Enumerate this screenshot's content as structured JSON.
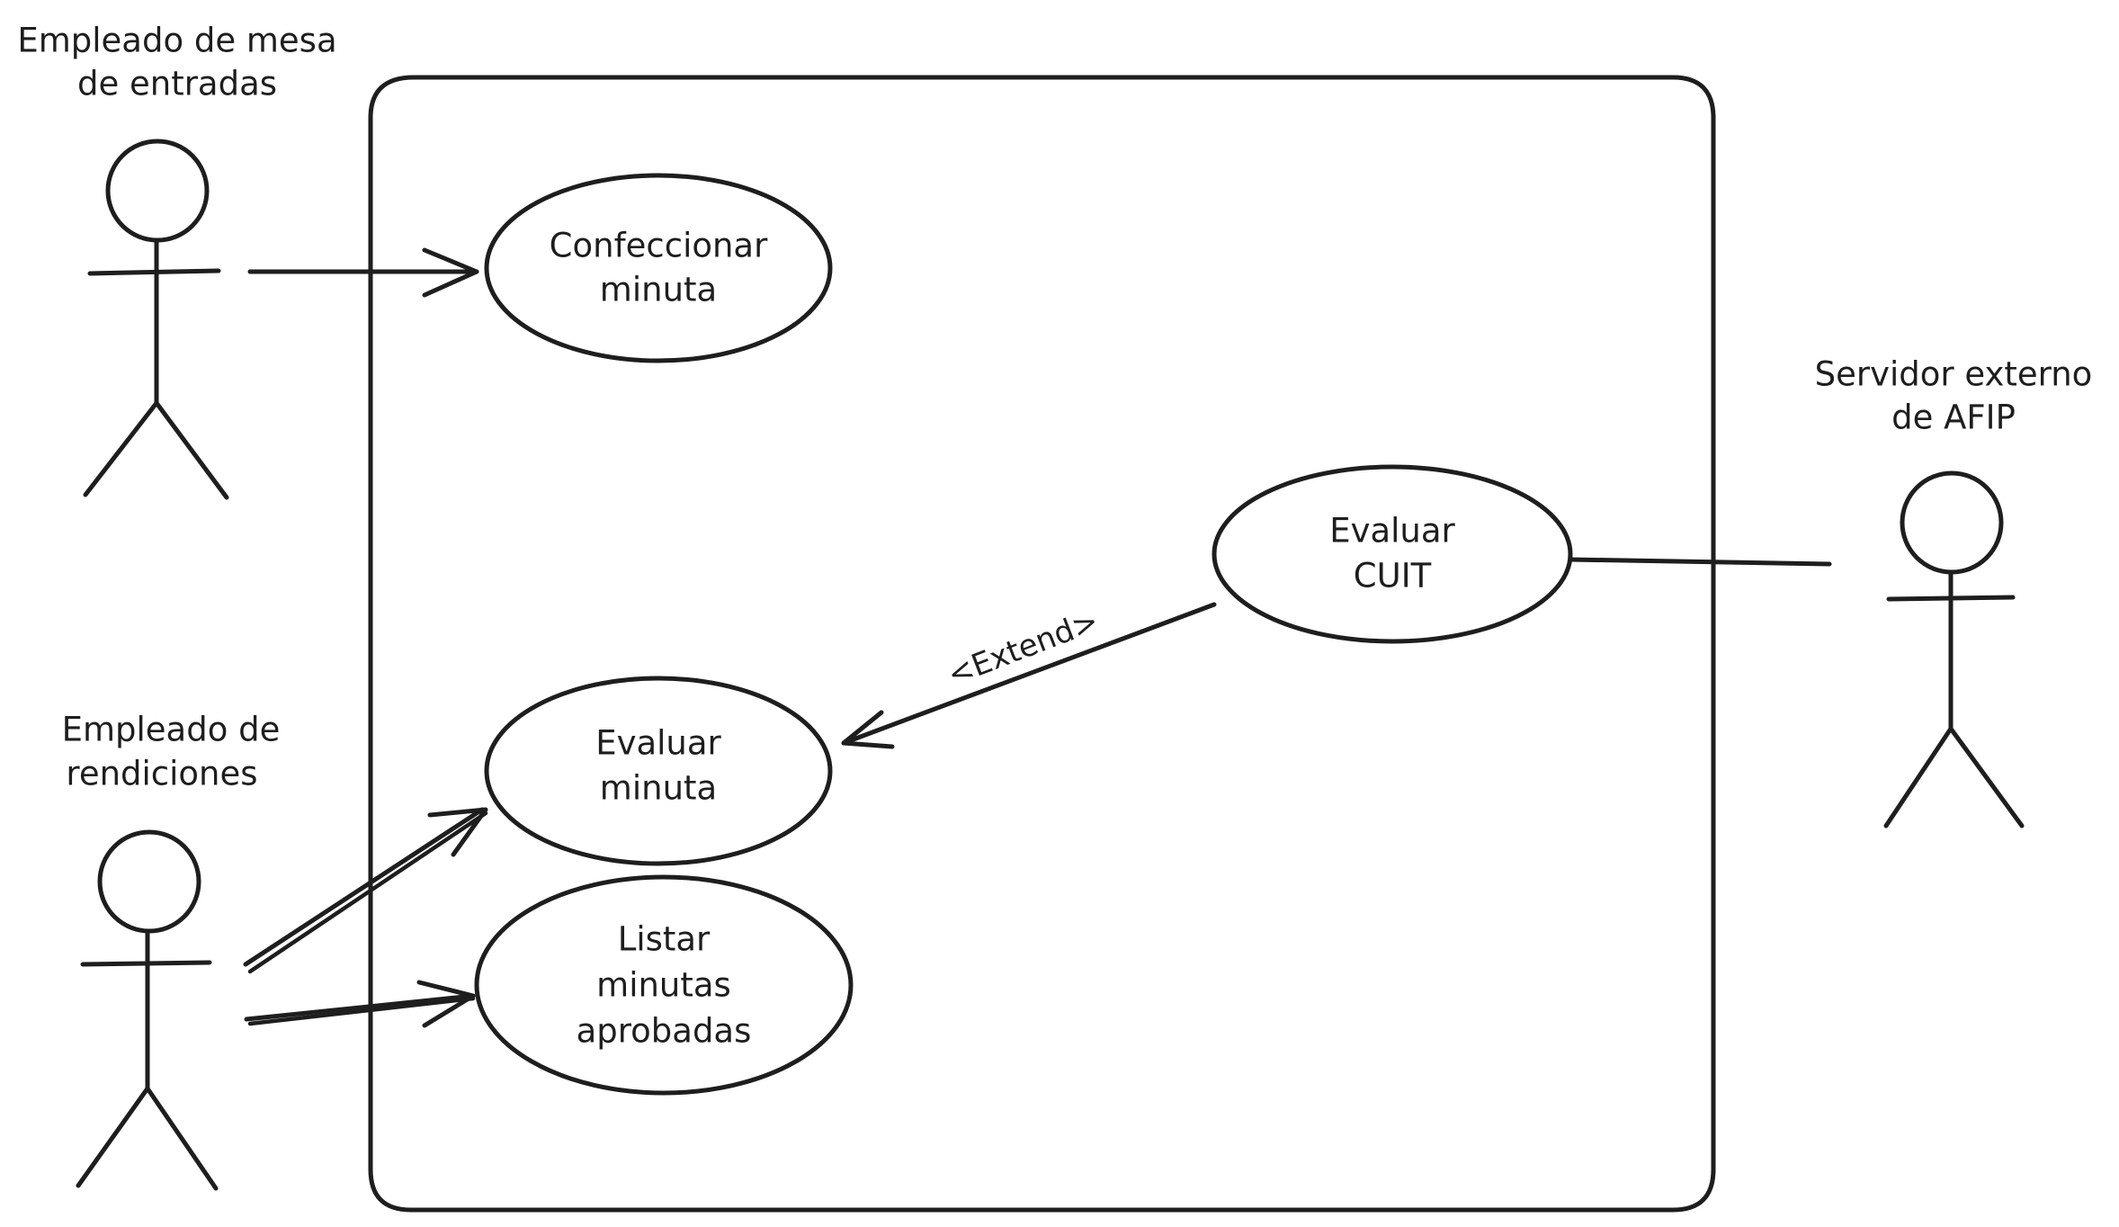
{
  "actors": {
    "mesa_entradas": {
      "line1": "Empleado de mesa",
      "line2": "de entradas"
    },
    "rendiciones": {
      "line1": "Empleado de",
      "line2": "rendiciones"
    },
    "afip": {
      "line1": "Servidor externo",
      "line2": "de AFIP"
    }
  },
  "use_cases": {
    "confeccionar": {
      "line1": "Confeccionar",
      "line2": "minuta"
    },
    "evaluar_cuit": {
      "line1": "Evaluar",
      "line2": "CUIT"
    },
    "evaluar_minuta": {
      "line1": "Evaluar",
      "line2": "minuta"
    },
    "listar": {
      "line1": "Listar",
      "line2": "minutas",
      "line3": "aprobadas"
    }
  },
  "relations": {
    "extend_label": "<Extend>"
  },
  "colors": {
    "ink": "#1e1e1e",
    "background": "#ffffff"
  }
}
